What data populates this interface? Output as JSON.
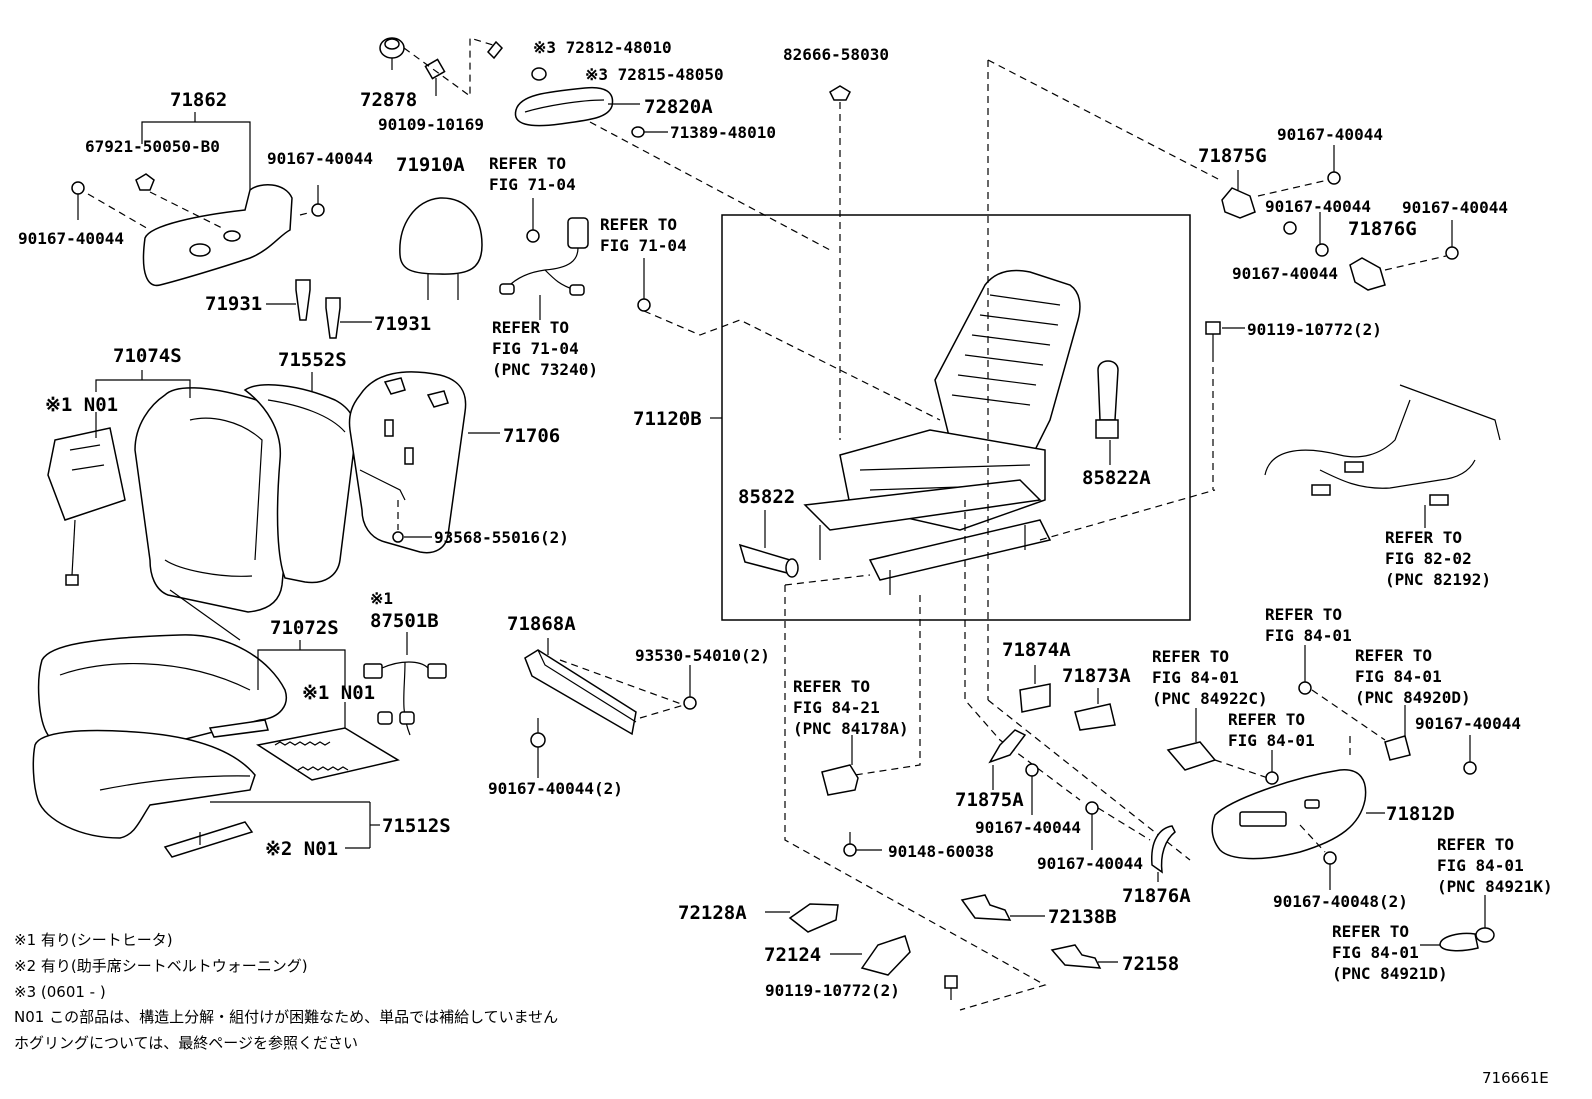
{
  "labels": {
    "p72812": "※3 72812-48010",
    "p72815": "※3 72815-48050",
    "p72878": "72878",
    "p90109": "90109-10169",
    "p72820A": "72820A",
    "p71389": "71389-48010",
    "p82666": "82666-58030",
    "p71862": "71862",
    "p67921": "67921-50050-B0",
    "p90167_a": "90167-40044",
    "p90167_b": "90167-40044",
    "p71910A": "71910A",
    "ref1_a": "REFER TO",
    "ref1_b": "FIG 71-04",
    "ref2_a": "REFER TO",
    "ref2_b": "FIG 71-04",
    "ref3_a": "REFER TO",
    "ref3_b": "FIG 71-04",
    "ref3_c": "(PNC 73240)",
    "p71931_a": "71931",
    "p71931_b": "71931",
    "p71074S": "71074S",
    "p71552S": "71552S",
    "p71706": "71706",
    "n01_a": "※1 N01",
    "p71120B": "71120B",
    "p85822": "85822",
    "p85822A": "85822A",
    "p93568": "93568-55016(2)",
    "p71875G": "71875G",
    "p90167_c": "90167-40044",
    "p90167_d": "90167-40044",
    "p90167_e": "90167-40044",
    "p71876G": "71876G",
    "p90167_f": "90167-40044",
    "p90119_a": "90119-10772(2)",
    "ref4_a": "REFER TO",
    "ref4_b": "FIG 82-02",
    "ref4_c": "(PNC 82192)",
    "p71072S": "71072S",
    "star1": "※1",
    "p87501B": "87501B",
    "n01_b": "※1 N01",
    "p71868A": "71868A",
    "p93530": "93530-54010(2)",
    "p90167_g": "90167-40044(2)",
    "p71512S": "71512S",
    "n01_c": "※2 N01",
    "ref5_a": "REFER TO",
    "ref5_b": "FIG 84-21",
    "ref5_c": "(PNC 84178A)",
    "p90148": "90148-60038",
    "p71874A": "71874A",
    "p71873A": "71873A",
    "p71875A": "71875A",
    "p90167_h": "90167-40044",
    "p90167_i": "90167-40044",
    "p71876A": "71876A",
    "ref6_a": "REFER TO",
    "ref6_b": "FIG 84-01",
    "ref6_c": "(PNC 84922C)",
    "ref7_a": "REFER TO",
    "ref7_b": "FIG 84-01",
    "ref8_a": "REFER TO",
    "ref8_b": "FIG 84-01",
    "ref8_c": "(PNC 84920D)",
    "ref9_a": "REFER TO",
    "ref9_b": "FIG 84-01",
    "p90167_j": "90167-40044",
    "p71812D": "71812D",
    "p90167_k": "90167-40048(2)",
    "ref10_a": "REFER TO",
    "ref10_b": "FIG 84-01",
    "ref10_c": "(PNC 84921K)",
    "ref11_a": "REFER TO",
    "ref11_b": "FIG 84-01",
    "ref11_c": "(PNC 84921D)",
    "p72128A": "72128A",
    "p72124": "72124",
    "p90119_b": "90119-10772(2)",
    "p72138B": "72138B",
    "p72158": "72158"
  },
  "notes": [
    "※1 有り(シートヒータ)",
    "※2 有り(助手席シートベルトウォーニング)",
    "※3 (0601 -          )",
    "N01 この部品は、構造上分解・組付けが困難なため、単品では補給していません",
    "ホグリングについては、最終ページを参照ください"
  ],
  "figure_id": "716661E"
}
